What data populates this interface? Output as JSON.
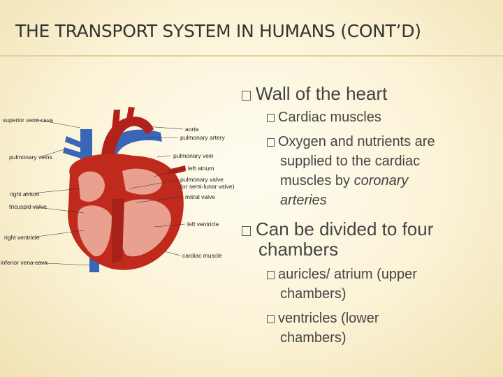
{
  "slide": {
    "title": "THE TRANSPORT SYSTEM IN HUMANS (CONT’D)"
  },
  "diagram": {
    "labels": {
      "superior_vena_cava": "superior vena cava",
      "pulmonary_veins": "pulmonary veins",
      "right_atrium": "right atrium",
      "tricuspid_valve": "tricuspid valve",
      "right_ventricle": "right ventricle",
      "inferior_vena_cava": "inferior vena cava",
      "aorta": "aorta",
      "pulmonary_artery": "pulmonary artery",
      "pulmonary_vein": "pulmonary vein",
      "left_atrium": "left atrium",
      "pulmonary_valve": "pulmonary valve",
      "semilunar_valve": "(or semi-lunar valve)",
      "mitral_valve": "mitral valve",
      "left_ventricle": "left ventricle",
      "cardiac_muscle": "cardiac muscle"
    },
    "colors": {
      "vessel_blue": "#3a66b8",
      "muscle_red": "#c02a1c",
      "chamber_pink": "#e9a08e"
    }
  },
  "bullets": {
    "wall": {
      "label": "Wall of the heart",
      "items": [
        {
          "lines": [
            "Cardiac muscles"
          ]
        },
        {
          "lines": [
            "Oxygen and nutrients are",
            "supplied to the cardiac",
            "muscles by "
          ],
          "em": [
            "coronary",
            "arteries"
          ]
        }
      ]
    },
    "chambers": {
      "lines": [
        "Can be divided to four",
        "chambers"
      ],
      "items": [
        {
          "lines": [
            "auricles/ atrium (upper",
            "chambers)"
          ]
        },
        {
          "lines": [
            "ventricles (lower",
            "chambers)"
          ]
        }
      ]
    }
  }
}
